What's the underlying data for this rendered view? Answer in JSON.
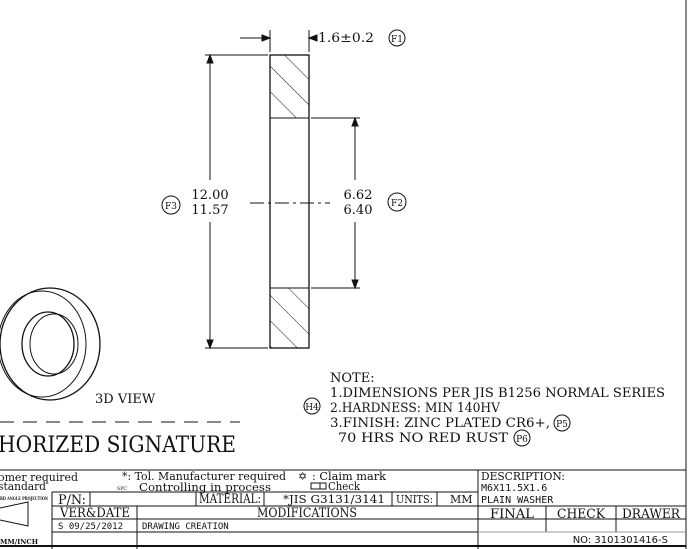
{
  "drawing": {
    "thickness_dim": "1.6±0.2",
    "od_dim_max": "12.00",
    "od_dim_min": "11.57",
    "id_dim_max": "6.62",
    "id_dim_min": "6.40",
    "balloons": {
      "f1": "F1",
      "f2": "F2",
      "f3": "F3",
      "h4": "H4",
      "p5": "P5",
      "p6": "P6"
    },
    "view_label": "3D VIEW",
    "signature_label": "HORIZED SIGNATURE"
  },
  "notes": {
    "title": "NOTE:",
    "items": [
      "1.DIMENSIONS PER JIS B1256 NORMAL SERIES",
      "2.HARDNESS: MIN 140HV",
      "3.FINISH: ZINC PLATED CR6+,",
      "70 HRS NO RED RUST"
    ]
  },
  "title_block": {
    "legend1": "omer required",
    "legend2": "standard",
    "legend3": "*: Tol. Manufacturer required",
    "legend4": "Controlling in process",
    "legend5": ": Claim mark",
    "legend6": "Check",
    "spc": "SPC",
    "projection": "RD ANGLE PROJECTION",
    "units_note": "MM/INCH",
    "pn_label": "P/N:",
    "pn_value": "",
    "material_label": "MATERIAL:",
    "material_value": "*JIS G3131/3141",
    "units_label": "UNITS:",
    "units_value": "MM",
    "ver_date_header": "VER&DATE",
    "modifications_header": "MODIFICATIONS",
    "rev_ver_date": "S 09/25/2012",
    "rev_modification": "DRAWING CREATION",
    "description_label": "DESCRIPTION:",
    "description_line1": "M6X11.5X1.6",
    "description_line2": "PLAIN WASHER",
    "final_label": "FINAL",
    "check_label": "CHECK",
    "drawer_label": "DRAWER",
    "number": "NO: 3101301416-S"
  }
}
